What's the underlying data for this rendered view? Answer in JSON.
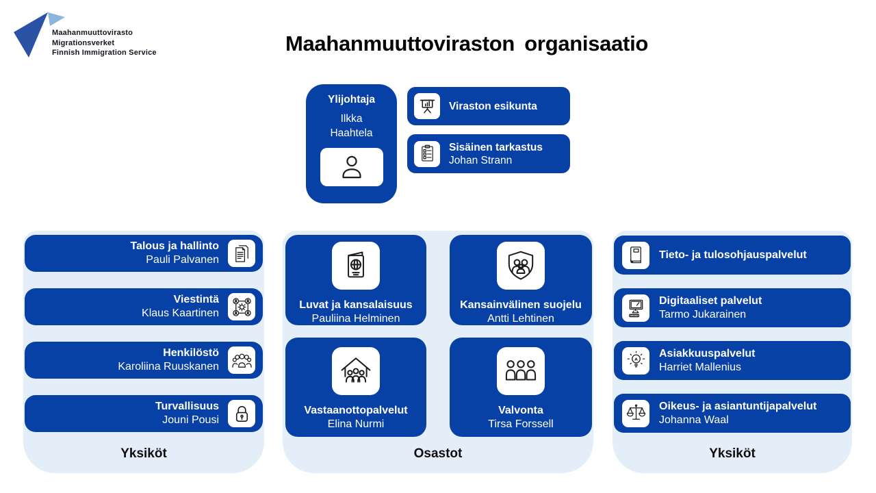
{
  "colors": {
    "primary": "#0841a5",
    "container_bg": "#e4eef9",
    "card_text": "#ffffff",
    "logo_dark": "#2a52a5",
    "logo_light": "#8ab6dc",
    "title_text": "#050505"
  },
  "logo": {
    "line1": "Maahanmuuttovirasto",
    "line2": "Migrationsverket",
    "line3": "Finnish Immigration Service"
  },
  "title": "Maahanmuuttoviraston organisaatio",
  "top": {
    "director": {
      "title": "Ylijohtaja",
      "name": "Ilkka Haahtela",
      "icon": "person-icon"
    },
    "staff": {
      "title": "Viraston esikunta",
      "icon": "presentation-icon"
    },
    "audit": {
      "title": "Sisäinen tarkastus",
      "name": "Johan Strann",
      "icon": "checklist-icon"
    }
  },
  "groups": {
    "left": {
      "label": "Yksiköt",
      "items": [
        {
          "title": "Talous ja hallinto",
          "name": "Pauli Palvanen",
          "icon": "documents-icon"
        },
        {
          "title": "Viestintä",
          "name": "Klaus Kaartinen",
          "icon": "people-network-icon"
        },
        {
          "title": "Henkilöstö",
          "name": "Karoliina Ruuskanen",
          "icon": "crowd-icon"
        },
        {
          "title": "Turvallisuus",
          "name": "Jouni Pousi",
          "icon": "lock-icon"
        }
      ]
    },
    "middle": {
      "label": "Osastot",
      "items": [
        {
          "title": "Luvat ja kansalaisuus",
          "name": "Pauliina Helminen",
          "icon": "passport-icon"
        },
        {
          "title": "Kansainvälinen suojelu",
          "name": "Antti Lehtinen",
          "icon": "shield-family-icon"
        },
        {
          "title": "Vastaanottopalvelut",
          "name": "Elina Nurmi",
          "icon": "house-people-icon"
        },
        {
          "title": "Valvonta",
          "name": "Tirsa Forssell",
          "icon": "people-row-icon"
        }
      ]
    },
    "right": {
      "label": "Yksiköt",
      "items": [
        {
          "title": "Tieto- ja tulosohjauspalvelut",
          "name": "",
          "icon": "book-icon"
        },
        {
          "title": "Digitaaliset palvelut",
          "name": "Tarmo Jukarainen",
          "icon": "computer-icon"
        },
        {
          "title": "Asiakkuuspalvelut",
          "name": "Harriet Mallenius",
          "icon": "lightbulb-icon"
        },
        {
          "title": "Oikeus- ja asiantuntijapalvelut",
          "name": "Johanna Waal",
          "icon": "scales-icon"
        }
      ]
    }
  }
}
